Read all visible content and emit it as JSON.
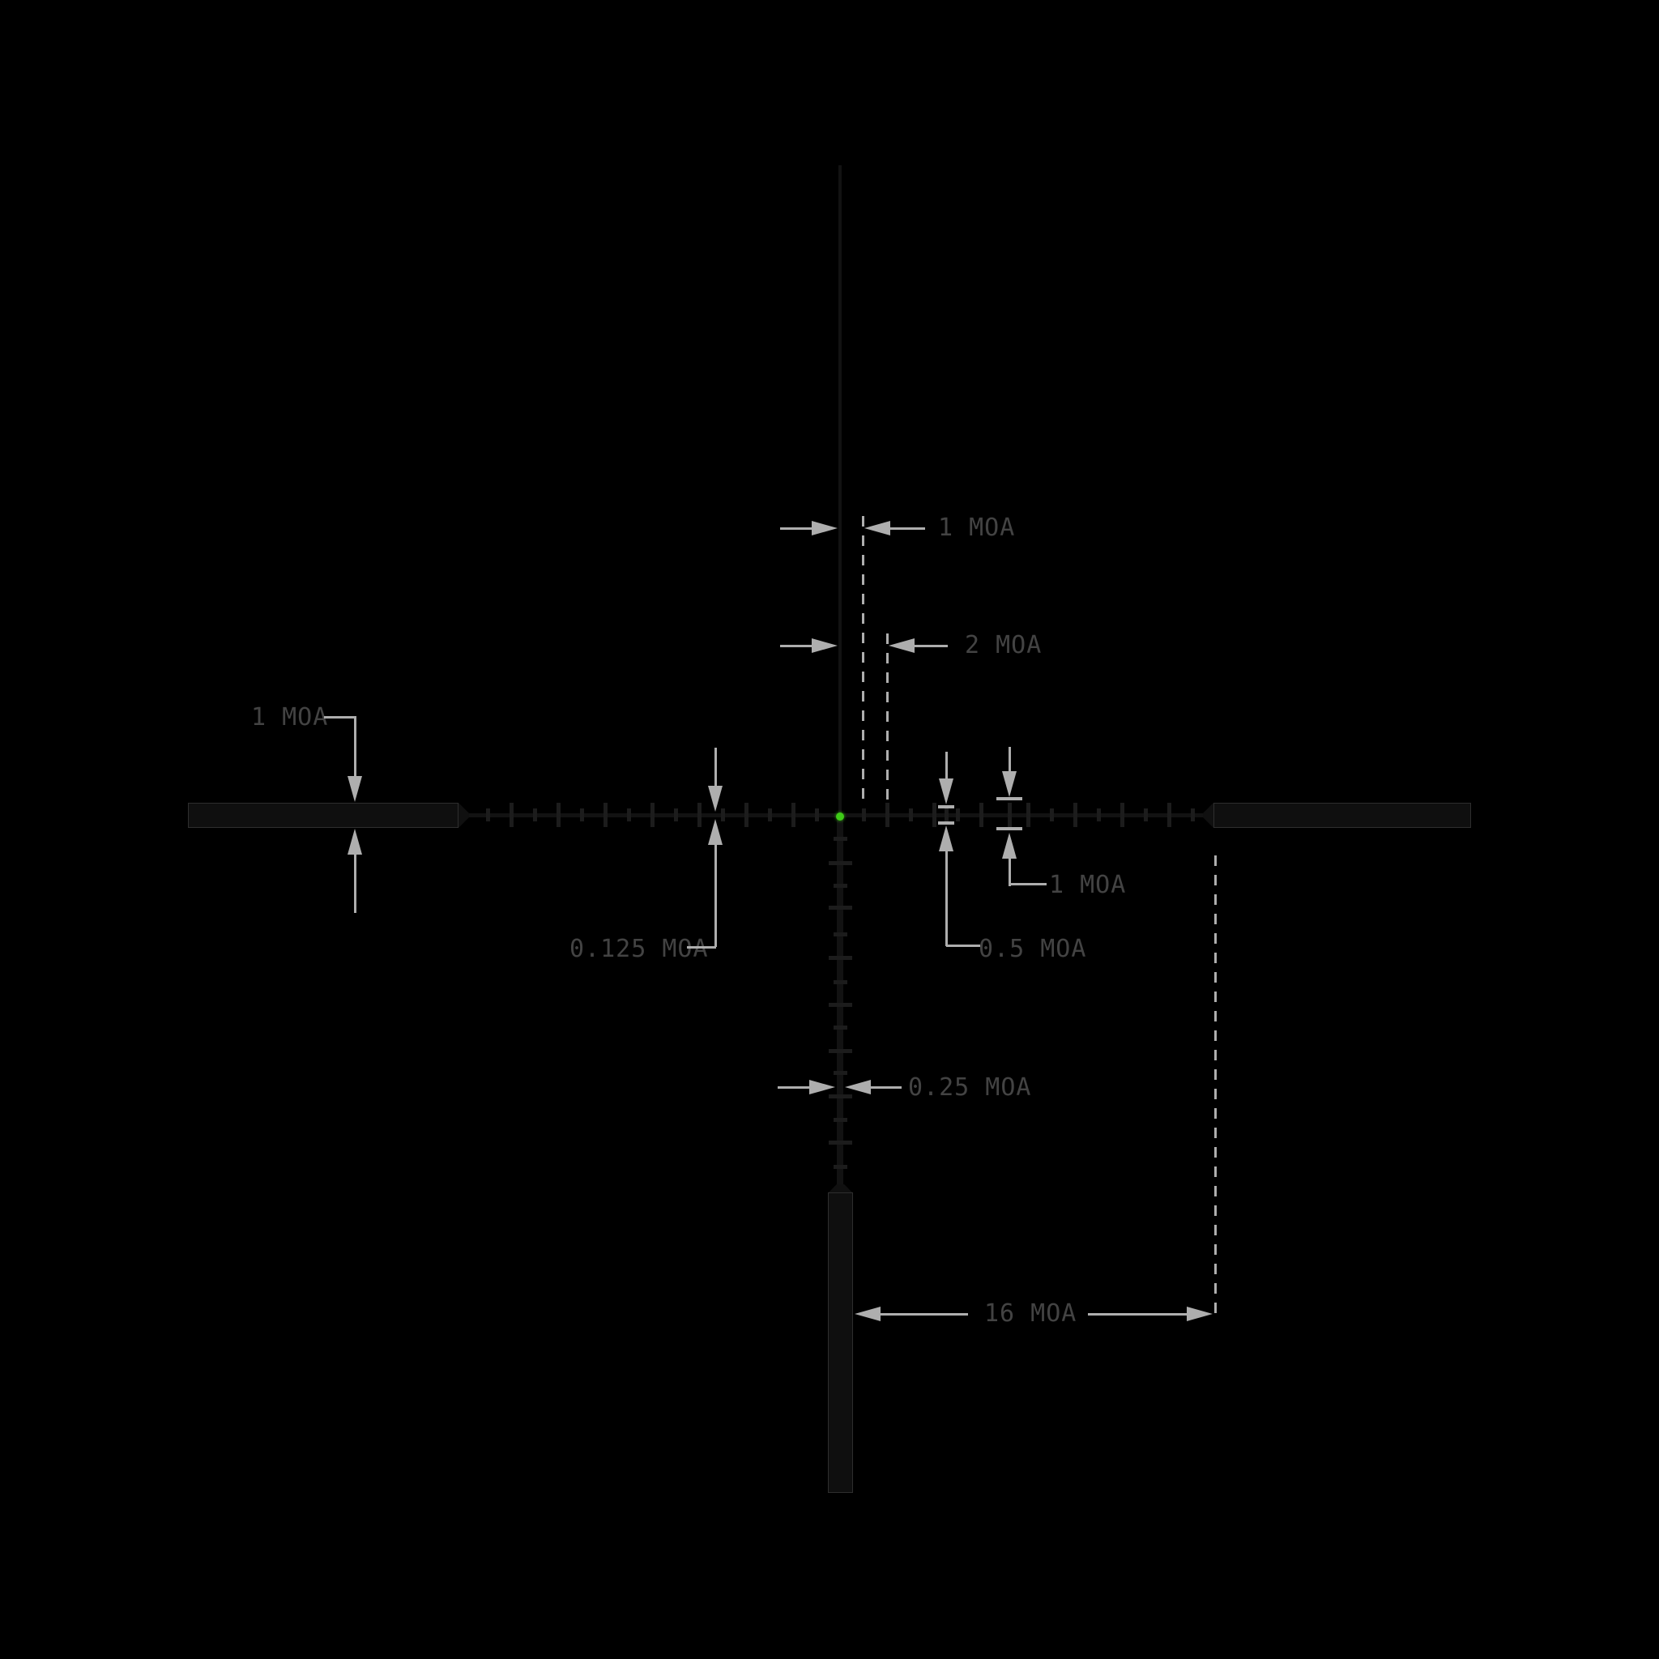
{
  "diagram": {
    "kind": "riflescope-reticle-subtension-diagram",
    "units": "MOA",
    "colors": {
      "background": "#000000",
      "reticle": "#121212",
      "reticle_edge": "#2e2e2e",
      "dimension_lines": "#aeaeae",
      "label_text": "#434343",
      "center_dot": "#3ecb17"
    },
    "labels": {
      "top_gap_1": "1 MOA",
      "top_gap_2": "2 MOA",
      "left_bar_thickness": "1 MOA",
      "center_line_thickness": "0.125 MOA",
      "tall_hash_height": "1 MOA",
      "short_hash_height": "0.5 MOA",
      "lower_post_thickness": "0.25 MOA",
      "bar_distance": "16 MOA"
    },
    "measurements": [
      {
        "value": 1,
        "unit": "MOA",
        "refers_to": "offset of first dashed line right of vertical crosshair"
      },
      {
        "value": 2,
        "unit": "MOA",
        "refers_to": "offset of second dashed line right of vertical crosshair"
      },
      {
        "value": 1,
        "unit": "MOA",
        "refers_to": "thickness of heavy left horizontal bar"
      },
      {
        "value": 0.125,
        "unit": "MOA",
        "refers_to": "thickness of thin horizontal crosshair line"
      },
      {
        "value": 0.5,
        "unit": "MOA",
        "refers_to": "height of short hash marks"
      },
      {
        "value": 1,
        "unit": "MOA",
        "refers_to": "height of tall hash marks"
      },
      {
        "value": 0.25,
        "unit": "MOA",
        "refers_to": "thickness of lower vertical post"
      },
      {
        "value": 16,
        "unit": "MOA",
        "refers_to": "distance from center post to start of heavy bar"
      }
    ]
  }
}
